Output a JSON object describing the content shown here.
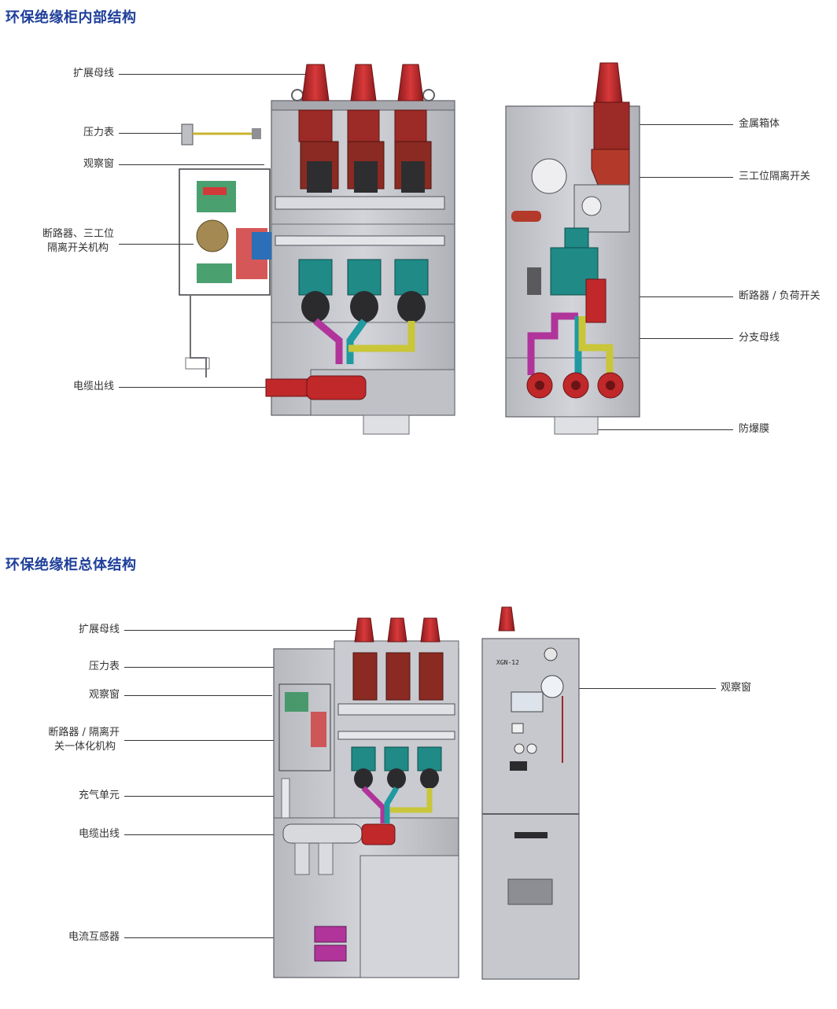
{
  "section1": {
    "title": "环保绝缘柜内部结构",
    "left_labels": {
      "busbar": "扩展母线",
      "gauge": "压力表",
      "window": "观察窗",
      "mechanism_1": "断路器、三工位",
      "mechanism_2": "隔离开关机构",
      "cable_out": "电缆出线"
    },
    "right_labels": {
      "enclosure": "金属箱体",
      "three_pos_switch": "三工位隔离开关",
      "breaker": "断路器 / 负荷开关",
      "branch_bus": "分支母线",
      "burst_disc": "防爆膜"
    }
  },
  "section2": {
    "title": "环保绝缘柜总体结构",
    "left_labels": {
      "busbar": "扩展母线",
      "gauge": "压力表",
      "window": "观察窗",
      "mechanism_1": "断路器 / 隔离开",
      "mechanism_2": "关一体化机构",
      "gas_unit": "充气单元",
      "cable_out": "电缆出线",
      "ct": "电流互感器"
    },
    "right_labels": {
      "window": "观察窗"
    },
    "nameplate": "XGN-12"
  },
  "colors": {
    "title_blue": "#1f3f9a",
    "bushing_red": "#c0282a",
    "dark_red": "#8a2a22",
    "teal": "#1f8a86",
    "magenta": "#b0349a",
    "yellow": "#c9c63a",
    "cabinet_gray": "#c4c6cc",
    "cabinet_edge": "#6a6c72"
  }
}
